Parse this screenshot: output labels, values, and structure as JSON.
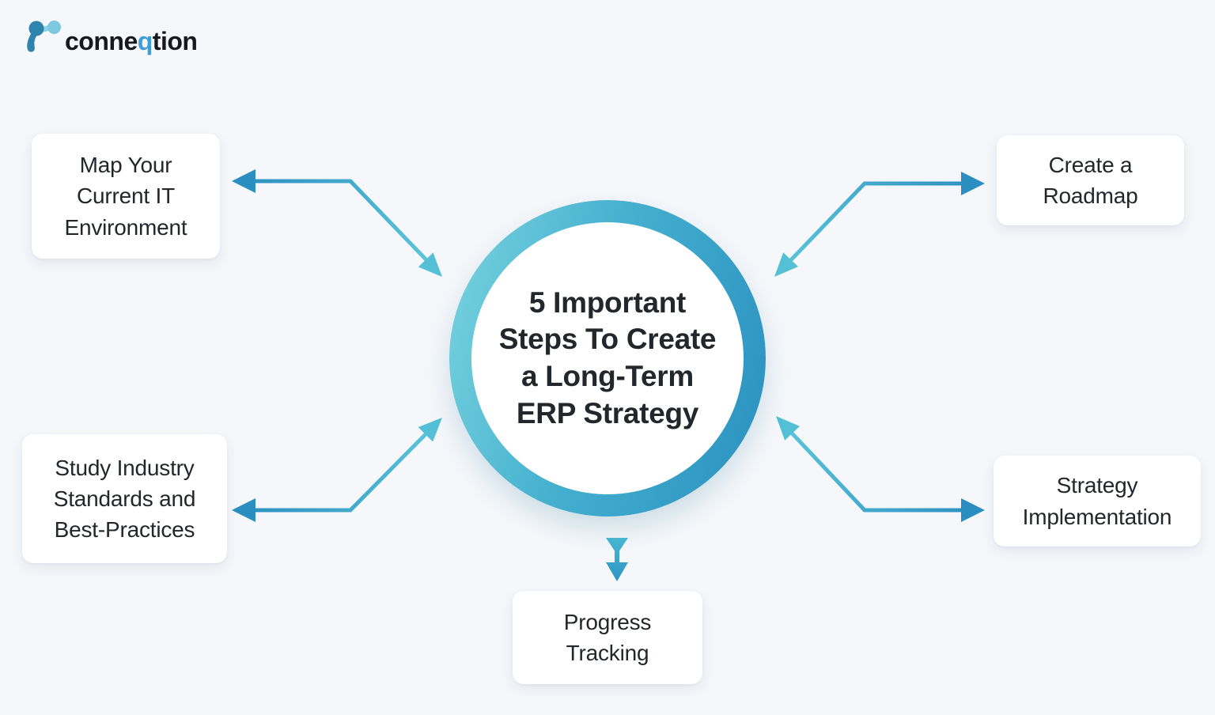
{
  "page": {
    "background_color": "#f5f7fa",
    "type": "infographic-diagram"
  },
  "logo": {
    "icon": "molecule-nodes-icon",
    "brand_prefix": "conne",
    "brand_accent": "q",
    "brand_suffix": "tion",
    "accent_color": "#3f9ed8",
    "text_color": "#17191f"
  },
  "center_circle": {
    "title": "5 Important Steps To Create a Long-Term ERP Strategy",
    "lines": [
      "5 Important",
      "Steps To Create",
      "a Long-Term",
      "ERP Strategy"
    ],
    "ring_gradient_start": "#7ad4df",
    "ring_gradient_end": "#2a90c0",
    "fill": "#ffffff"
  },
  "steps": [
    {
      "label": "Map Your Current IT Environment",
      "lines": [
        "Map Your",
        "Current IT",
        "Environment"
      ],
      "position": "top-left"
    },
    {
      "label": "Create a Roadmap",
      "lines": [
        "Create a",
        "Roadmap"
      ],
      "position": "top-right"
    },
    {
      "label": "Study Industry Standards and Best-Practices",
      "lines": [
        "Study Industry",
        "Standards and",
        "Best-Practices"
      ],
      "position": "bottom-left"
    },
    {
      "label": "Strategy Implementation",
      "lines": [
        "Strategy",
        "Implementation"
      ],
      "position": "bottom-right"
    },
    {
      "label": "Progress Tracking",
      "lines": [
        "Progress",
        "Tracking"
      ],
      "position": "bottom-center"
    }
  ],
  "arrows": {
    "style": "double-headed elbow connectors",
    "gradient_dark": "#2a8fc0",
    "gradient_light": "#5fc8da",
    "count": 5
  }
}
